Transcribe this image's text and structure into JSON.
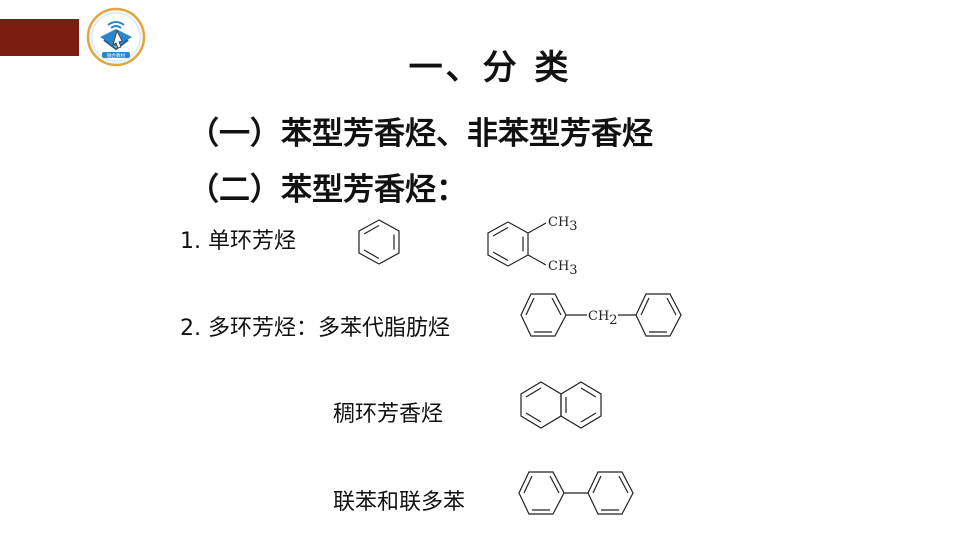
{
  "title": "一、分 类",
  "headings": [
    "（一）苯型芳香烃、非苯型芳香烃",
    "（二）苯型芳香烃："
  ],
  "items": [
    "1. 单环芳烃",
    "2. 多环芳烃：多苯代脂肪烃",
    "稠环芳香烃",
    "联苯和联多苯"
  ],
  "formula_labels": {
    "ch": "CH",
    "sub3": "3",
    "sub2": "2"
  },
  "logo_text": "融合教材",
  "colors": {
    "accent_bar": "#7a1e12",
    "logo_blue": "#2a86c8"
  }
}
